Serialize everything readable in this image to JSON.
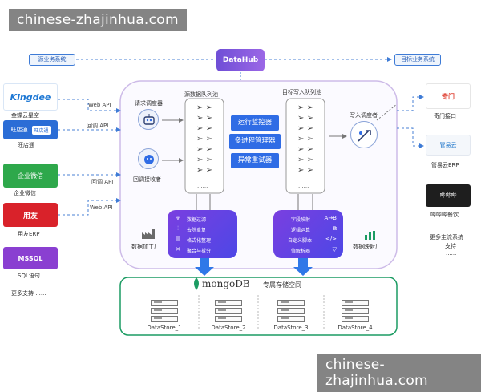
{
  "watermarks": {
    "top": "chinese-zhajinhua.com",
    "bottom": "chinese-zhajinhua.com"
  },
  "header": {
    "source_system": "源业务系统",
    "hub": "DataHub",
    "target_system": "目标业务系统"
  },
  "sources": [
    {
      "logo_text": "Kingdee",
      "label": "金蝶云星空",
      "api": "Web API",
      "color": "#1e78d4"
    },
    {
      "logo_text": "旺店通",
      "logo_text_b": "旺店通",
      "label": "旺店通",
      "api": "回调 API",
      "color": "#2b6dd6"
    },
    {
      "logo_text": "企业微信",
      "label": "企业微信",
      "api": "回调 API",
      "color": "#25a244"
    },
    {
      "logo_text": "用友",
      "label": "用友ERP",
      "api": "Web API",
      "color": "#d9222a"
    },
    {
      "logo_text": "MSSQL",
      "label": "SQL语句",
      "api": "",
      "color": "#8a3fd1"
    }
  ],
  "sources_more": "更多支持 ......",
  "left_panel": {
    "request_scheduler": "请求调度器",
    "callback_receiver": "回调接收者",
    "source_queue": "源数据队列池",
    "factory": "数据加工厂",
    "functions": [
      {
        "icon": "filter-icon",
        "glyph": "⩔",
        "label": "数据过滤"
      },
      {
        "icon": "dedupe-icon",
        "glyph": "⫶",
        "label": "去除重复"
      },
      {
        "icon": "format-icon",
        "glyph": "▤",
        "label": "格式化整理"
      },
      {
        "icon": "merge-icon",
        "glyph": "✕",
        "label": "聚合与拆分"
      }
    ]
  },
  "center_buttons": [
    "运行监控器",
    "多进程管理器",
    "异常重试器"
  ],
  "right_panel": {
    "target_queue": "目标写入队列池",
    "write_scheduler": "写入调度者",
    "factory": "数据映射厂",
    "functions": [
      {
        "label": "字段映射",
        "right": "A→B"
      },
      {
        "label": "逻辑运算",
        "right": "⧉"
      },
      {
        "label": "自定义脚本",
        "right": "</>"
      },
      {
        "label": "值解析器",
        "right": "▽"
      }
    ]
  },
  "targets": [
    {
      "logo_text": "奇门",
      "label": "奇门接口",
      "color": "#e0483b"
    },
    {
      "logo_text": "管易云",
      "label": "管易云ERP",
      "color": "#1a73c9"
    },
    {
      "logo_text": "哔哔哔",
      "label": "哔哔哔餐饮",
      "color": "#222222"
    }
  ],
  "targets_more": "更多主流系统\n支持",
  "targets_more_line1": "更多主流系统",
  "targets_more_line2": "支持",
  "targets_more_dots": "......",
  "storage": {
    "mongodb": "mongoDB",
    "title": "专属存储空间",
    "stores": [
      "DataStore_1",
      "DataStore_2",
      "DataStore_3",
      "DataStore_4"
    ]
  },
  "colors": {
    "accent_blue": "#2f6ce5",
    "panel_border": "#cdbbe8",
    "dashed_blue": "#4a82d6",
    "func_purple": "#6b43e0",
    "storage_green": "#1c9c63"
  },
  "queue_dots": "......"
}
